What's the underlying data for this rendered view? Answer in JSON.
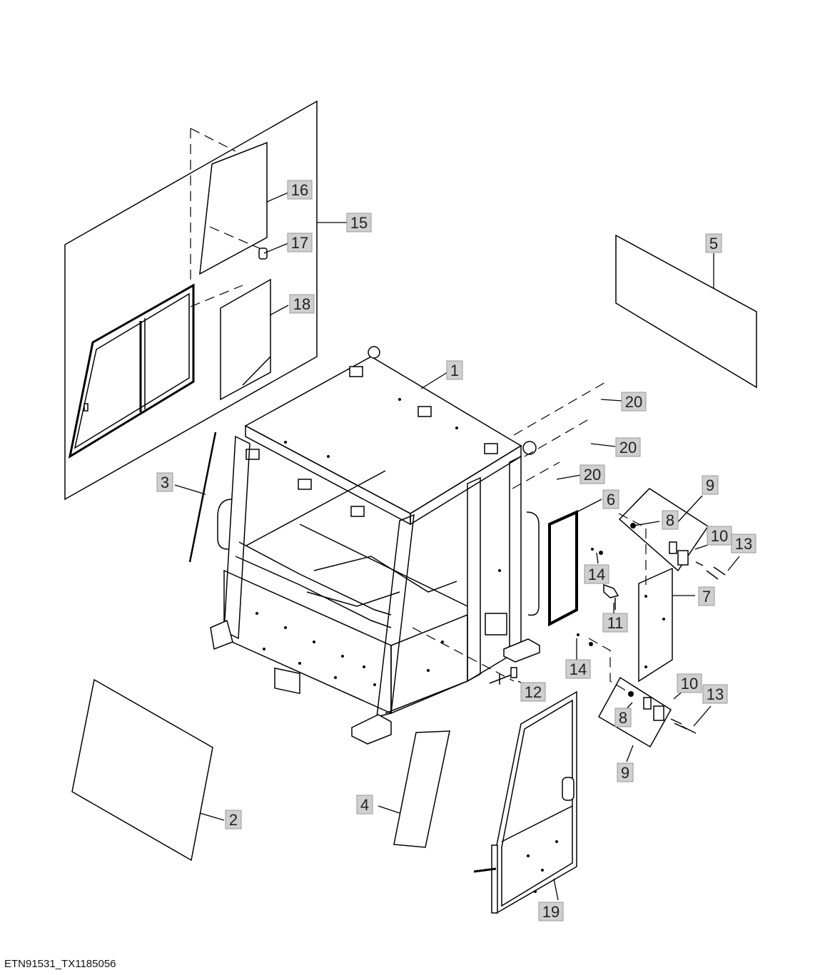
{
  "figure_id": "ETN91531_TX1185056",
  "callouts": [
    {
      "id": "c1",
      "label": "1"
    },
    {
      "id": "c2",
      "label": "2"
    },
    {
      "id": "c3",
      "label": "3"
    },
    {
      "id": "c4",
      "label": "4"
    },
    {
      "id": "c5",
      "label": "5"
    },
    {
      "id": "c6",
      "label": "6"
    },
    {
      "id": "c7",
      "label": "7"
    },
    {
      "id": "c8a",
      "label": "8"
    },
    {
      "id": "c8b",
      "label": "8"
    },
    {
      "id": "c9a",
      "label": "9"
    },
    {
      "id": "c9b",
      "label": "9"
    },
    {
      "id": "c10a",
      "label": "10"
    },
    {
      "id": "c10b",
      "label": "10"
    },
    {
      "id": "c11",
      "label": "11"
    },
    {
      "id": "c12",
      "label": "12"
    },
    {
      "id": "c13a",
      "label": "13"
    },
    {
      "id": "c13b",
      "label": "13"
    },
    {
      "id": "c14a",
      "label": "14"
    },
    {
      "id": "c14b",
      "label": "14"
    },
    {
      "id": "c15",
      "label": "15"
    },
    {
      "id": "c16",
      "label": "16"
    },
    {
      "id": "c17",
      "label": "17"
    },
    {
      "id": "c18",
      "label": "18"
    },
    {
      "id": "c19",
      "label": "19"
    },
    {
      "id": "c20a",
      "label": "20"
    },
    {
      "id": "c20b",
      "label": "20"
    },
    {
      "id": "c20c",
      "label": "20"
    }
  ]
}
